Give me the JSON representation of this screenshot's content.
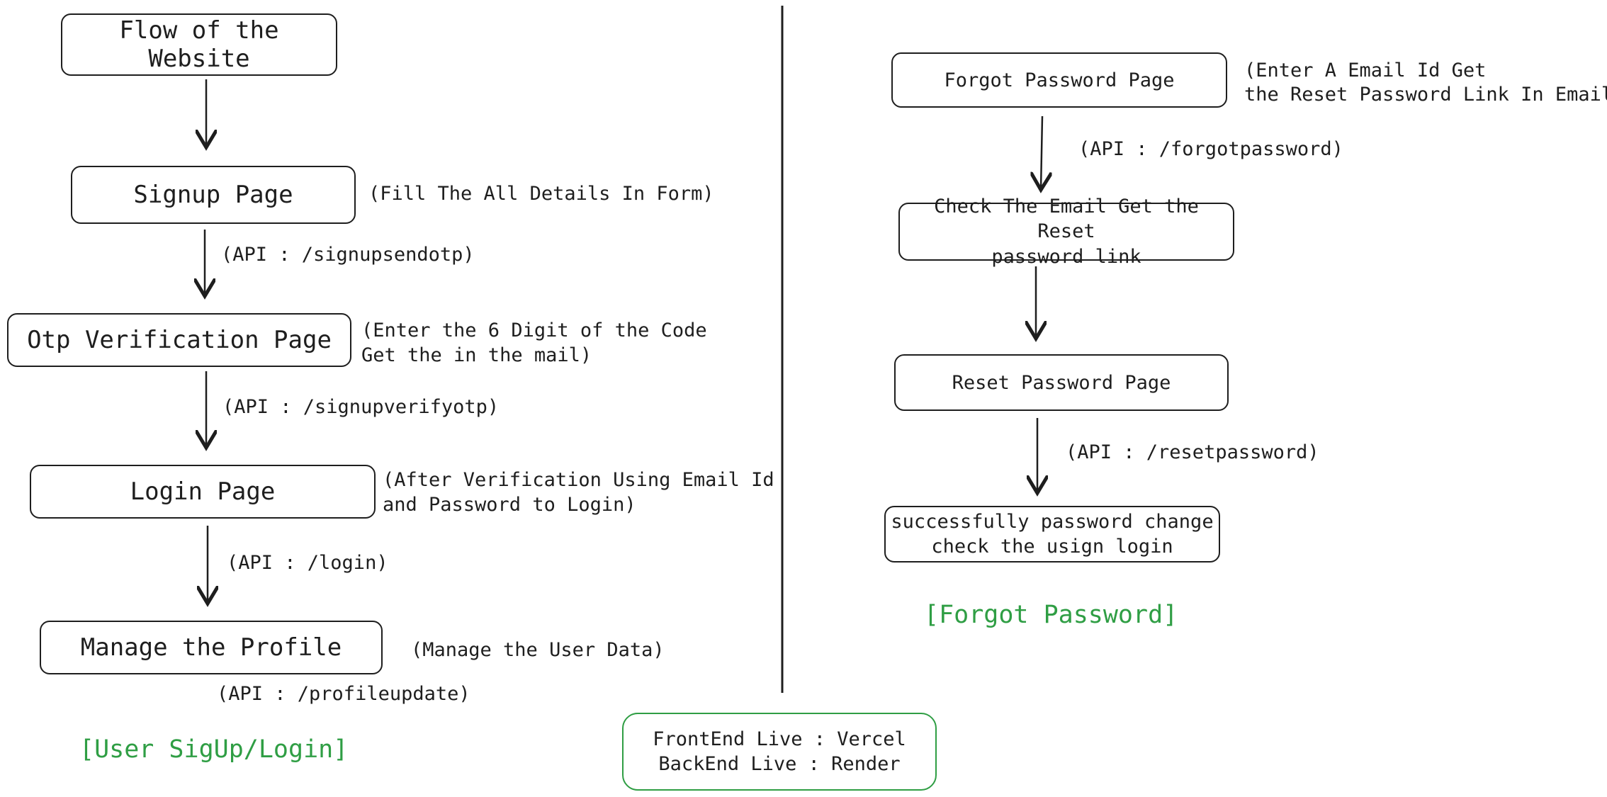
{
  "left": {
    "title": "Flow of the Website",
    "signup": {
      "label": "Signup Page",
      "note": "(Fill The All Details In Form)"
    },
    "api_signupsendotp": "(API : /signupsendotp)",
    "otp": {
      "label": "Otp Verification Page",
      "note_line1": "(Enter the 6 Digit of the Code",
      "note_line2": "Get the in the mail)"
    },
    "api_signupverifyotp": "(API : /signupverifyotp)",
    "login": {
      "label": "Login Page",
      "note_line1": "(After Verification Using Email Id",
      "note_line2": "and Password to Login)"
    },
    "api_login": "(API : /login)",
    "profile": {
      "label": "Manage the Profile",
      "note": "(Manage the User Data)"
    },
    "api_profileupdate": "(API : /profileupdate)",
    "section_label": "[User SigUp/Login]"
  },
  "right": {
    "forgot": {
      "label": "Forgot Password Page",
      "note_line1": "(Enter A Email Id Get",
      "note_line2": "the Reset Password Link In Email)"
    },
    "api_forgotpassword": "(API : /forgotpassword)",
    "check_email": {
      "line1": "Check The Email Get the Reset",
      "line2": "password link"
    },
    "reset": {
      "label": "Reset Password Page"
    },
    "api_resetpassword": "(API : /resetpassword)",
    "success": {
      "line1": "successfully password change",
      "line2": "check the usign login"
    },
    "section_label": "[Forgot Password]"
  },
  "deploy": {
    "line1": "FrontEnd Live : Vercel",
    "line2": "BackEnd Live : Render"
  },
  "colors": {
    "stroke": "#1e1e1e",
    "accent": "#2f9e44"
  }
}
